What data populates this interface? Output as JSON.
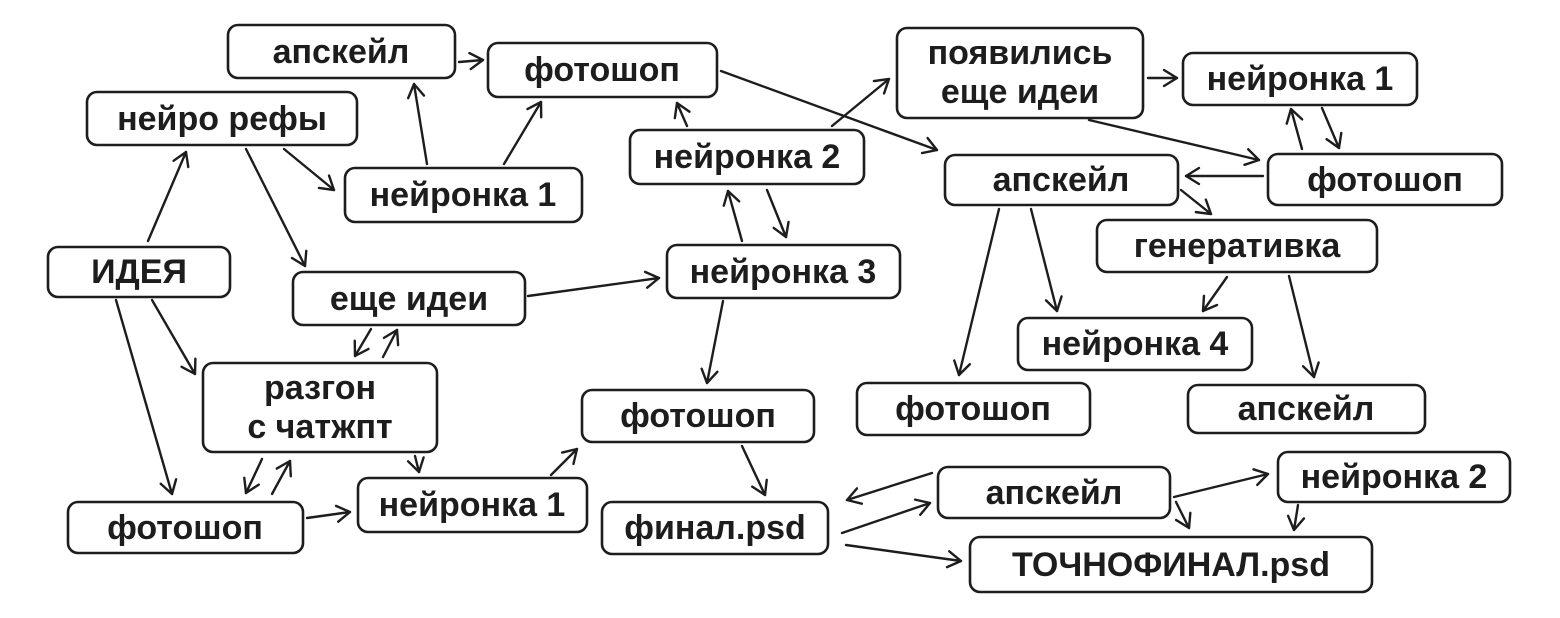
{
  "diagram": {
    "title": "workflow-meme-diagram",
    "background_color": "#ffffff",
    "stroke_color": "#1d1d1d",
    "nodes": {
      "upscale_tl": {
        "label": "апскейл"
      },
      "photoshop_top": {
        "label": "фотошоп"
      },
      "neuro_refs": {
        "label": "нейро рефы"
      },
      "neuronka1_left": {
        "label": "нейронка 1"
      },
      "neuronka2_mid": {
        "label": "нейронка 2"
      },
      "new_ideas": {
        "line1": "появились",
        "line2": "еще идеи"
      },
      "neuronka1_right": {
        "label": "нейронка 1"
      },
      "photoshop_right": {
        "label": "фотошоп"
      },
      "upscale_right": {
        "label": "апскейл"
      },
      "generativka": {
        "label": "генеративка"
      },
      "idea": {
        "label": "ИДЕЯ"
      },
      "more_ideas": {
        "label": "еще идеи"
      },
      "neuronka3": {
        "label": "нейронка 3"
      },
      "neuronka4": {
        "label": "нейронка 4"
      },
      "upscale_far_right": {
        "label": "апскейл"
      },
      "razgon": {
        "line1": "разгон",
        "line2": "с чатжпт"
      },
      "photoshop_center": {
        "label": "фотошоп"
      },
      "photoshop_mid_right": {
        "label": "фотошоп"
      },
      "neuronka1_bottom": {
        "label": "нейронка 1"
      },
      "photoshop_bottom_left": {
        "label": "фотошоп"
      },
      "final_psd": {
        "label": "финал.psd"
      },
      "upscale_bottom": {
        "label": "апскейл"
      },
      "neuronka2_bottom": {
        "label": "нейронка 2"
      },
      "tochnofinal_psd": {
        "label": "ТОЧНОФИНАЛ.psd"
      }
    },
    "edges": [
      {
        "from": "idea",
        "to": "neuro_refs"
      },
      {
        "from": "idea",
        "to": "razgon"
      },
      {
        "from": "idea",
        "to": "photoshop_bottom_left"
      },
      {
        "from": "neuro_refs",
        "to": "neuronka1_left"
      },
      {
        "from": "neuro_refs",
        "to": "more_ideas"
      },
      {
        "from": "neuronka1_left",
        "to": "upscale_tl"
      },
      {
        "from": "neuronka1_left",
        "to": "photoshop_top"
      },
      {
        "from": "upscale_tl",
        "to": "photoshop_top"
      },
      {
        "from": "neuronka2_mid",
        "to": "photoshop_top"
      },
      {
        "from": "neuronka2_mid",
        "to": "new_ideas"
      },
      {
        "from": "photoshop_top",
        "to": "upscale_right"
      },
      {
        "from": "more_ideas",
        "to": "razgon"
      },
      {
        "from": "razgon",
        "to": "more_ideas"
      },
      {
        "from": "more_ideas",
        "to": "neuronka3"
      },
      {
        "from": "neuronka3",
        "to": "neuronka2_mid"
      },
      {
        "from": "neuronka2_mid",
        "to": "neuronka3"
      },
      {
        "from": "new_ideas",
        "to": "neuronka1_right"
      },
      {
        "from": "new_ideas",
        "to": "photoshop_right"
      },
      {
        "from": "photoshop_right",
        "to": "neuronka1_right"
      },
      {
        "from": "neuronka1_right",
        "to": "photoshop_right"
      },
      {
        "from": "photoshop_right",
        "to": "upscale_right"
      },
      {
        "from": "upscale_right",
        "to": "generativka"
      },
      {
        "from": "upscale_right",
        "to": "photoshop_mid_right"
      },
      {
        "from": "upscale_right",
        "to": "neuronka4"
      },
      {
        "from": "generativka",
        "to": "neuronka4"
      },
      {
        "from": "generativka",
        "to": "upscale_far_right"
      },
      {
        "from": "razgon",
        "to": "photoshop_bottom_left"
      },
      {
        "from": "photoshop_bottom_left",
        "to": "razgon"
      },
      {
        "from": "razgon",
        "to": "neuronka1_bottom"
      },
      {
        "from": "photoshop_bottom_left",
        "to": "neuronka1_bottom"
      },
      {
        "from": "neuronka1_bottom",
        "to": "photoshop_center"
      },
      {
        "from": "neuronka3",
        "to": "photoshop_center"
      },
      {
        "from": "photoshop_center",
        "to": "final_psd"
      },
      {
        "from": "upscale_bottom",
        "to": "final_psd"
      },
      {
        "from": "final_psd",
        "to": "upscale_bottom"
      },
      {
        "from": "final_psd",
        "to": "tochnofinal_psd"
      },
      {
        "from": "upscale_bottom",
        "to": "neuronka2_bottom"
      },
      {
        "from": "upscale_bottom",
        "to": "tochnofinal_psd"
      },
      {
        "from": "neuronka2_bottom",
        "to": "tochnofinal_psd"
      }
    ]
  }
}
